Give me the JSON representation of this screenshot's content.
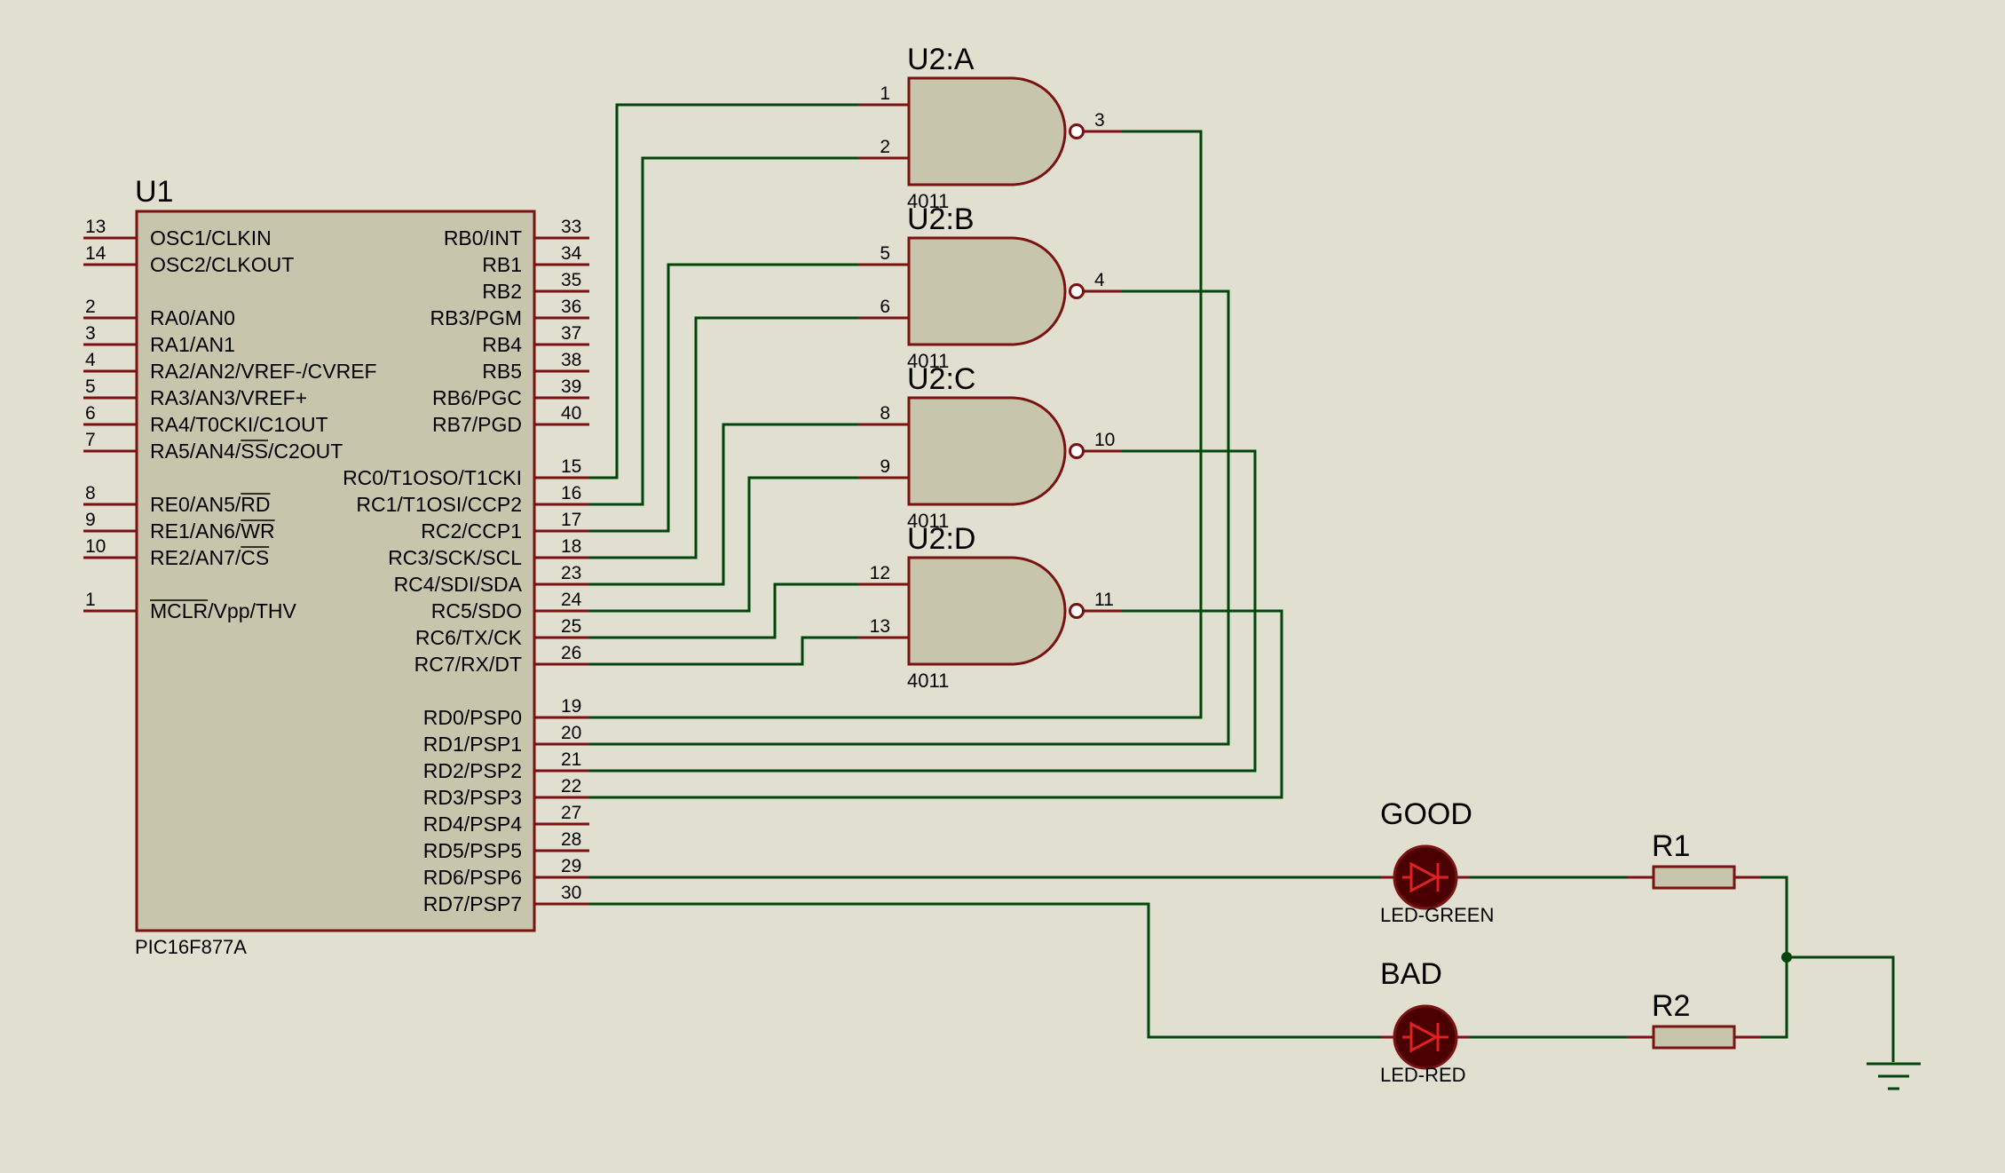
{
  "diagram": {
    "mcu": {
      "ref": "U1",
      "part": "PIC16F877A",
      "left_pins": [
        {
          "num": "13",
          "name": "OSC1/CLKIN"
        },
        {
          "num": "14",
          "name": "OSC2/CLKOUT"
        },
        {
          "num": "2",
          "name": "RA0/AN0"
        },
        {
          "num": "3",
          "name": "RA1/AN1"
        },
        {
          "num": "4",
          "name": "RA2/AN2/VREF-/CVREF"
        },
        {
          "num": "5",
          "name": "RA3/AN3/VREF+"
        },
        {
          "num": "6",
          "name": "RA4/T0CKI/C1OUT"
        },
        {
          "num": "7",
          "name": "RA5/AN4/SS/C2OUT"
        },
        {
          "num": "8",
          "name": "RE0/AN5/RD"
        },
        {
          "num": "9",
          "name": "RE1/AN6/WR"
        },
        {
          "num": "10",
          "name": "RE2/AN7/CS"
        },
        {
          "num": "1",
          "name": "MCLR/Vpp/THV"
        }
      ],
      "right_pins": [
        {
          "num": "33",
          "name": "RB0/INT"
        },
        {
          "num": "34",
          "name": "RB1"
        },
        {
          "num": "35",
          "name": "RB2"
        },
        {
          "num": "36",
          "name": "RB3/PGM"
        },
        {
          "num": "37",
          "name": "RB4"
        },
        {
          "num": "38",
          "name": "RB5"
        },
        {
          "num": "39",
          "name": "RB6/PGC"
        },
        {
          "num": "40",
          "name": "RB7/PGD"
        },
        {
          "num": "15",
          "name": "RC0/T1OSO/T1CKI"
        },
        {
          "num": "16",
          "name": "RC1/T1OSI/CCP2"
        },
        {
          "num": "17",
          "name": "RC2/CCP1"
        },
        {
          "num": "18",
          "name": "RC3/SCK/SCL"
        },
        {
          "num": "23",
          "name": "RC4/SDI/SDA"
        },
        {
          "num": "24",
          "name": "RC5/SDO"
        },
        {
          "num": "25",
          "name": "RC6/TX/CK"
        },
        {
          "num": "26",
          "name": "RC7/RX/DT"
        },
        {
          "num": "19",
          "name": "RD0/PSP0"
        },
        {
          "num": "20",
          "name": "RD1/PSP1"
        },
        {
          "num": "21",
          "name": "RD2/PSP2"
        },
        {
          "num": "22",
          "name": "RD3/PSP3"
        },
        {
          "num": "27",
          "name": "RD4/PSP4"
        },
        {
          "num": "28",
          "name": "RD5/PSP5"
        },
        {
          "num": "29",
          "name": "RD6/PSP6"
        },
        {
          "num": "30",
          "name": "RD7/PSP7"
        }
      ]
    },
    "gates": [
      {
        "ref": "U2:A",
        "part": "4011",
        "in1": "1",
        "in2": "2",
        "out": "3"
      },
      {
        "ref": "U2:B",
        "part": "4011",
        "in1": "5",
        "in2": "6",
        "out": "4"
      },
      {
        "ref": "U2:C",
        "part": "4011",
        "in1": "8",
        "in2": "9",
        "out": "10"
      },
      {
        "ref": "U2:D",
        "part": "4011",
        "in1": "12",
        "in2": "13",
        "out": "11"
      }
    ],
    "leds": [
      {
        "ref": "GOOD",
        "part": "LED-GREEN"
      },
      {
        "ref": "BAD",
        "part": "LED-RED"
      }
    ],
    "resistors": [
      {
        "ref": "R1"
      },
      {
        "ref": "R2"
      }
    ]
  }
}
